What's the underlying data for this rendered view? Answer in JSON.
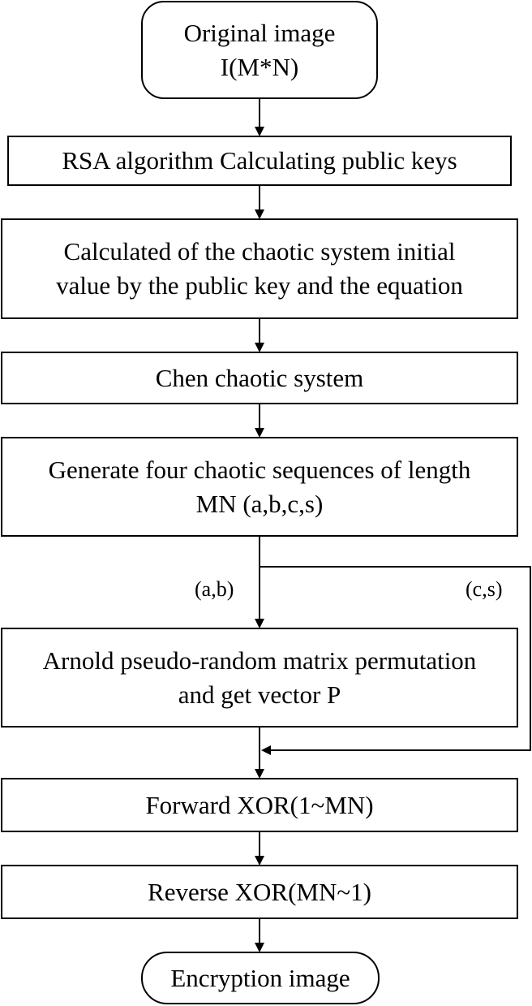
{
  "flowchart": {
    "start": {
      "line1": "Original image",
      "line2": "I(M*N)"
    },
    "rsa": "RSA algorithm Calculating public keys",
    "initial_value": {
      "line1": "Calculated of the chaotic system initial",
      "line2": "value by the public key and the equation"
    },
    "chen": "Chen chaotic system",
    "generate": {
      "line1": "Generate four chaotic sequences of length",
      "line2": "MN (a,b,c,s)"
    },
    "branch_left_label": "(a,b)",
    "branch_right_label": "(c,s)",
    "arnold": {
      "line1": "Arnold pseudo-random matrix permutation",
      "line2": "and get vector P"
    },
    "forward_xor": "Forward XOR(1~MN)",
    "reverse_xor": "Reverse XOR(MN~1)",
    "end": "Encryption image"
  }
}
